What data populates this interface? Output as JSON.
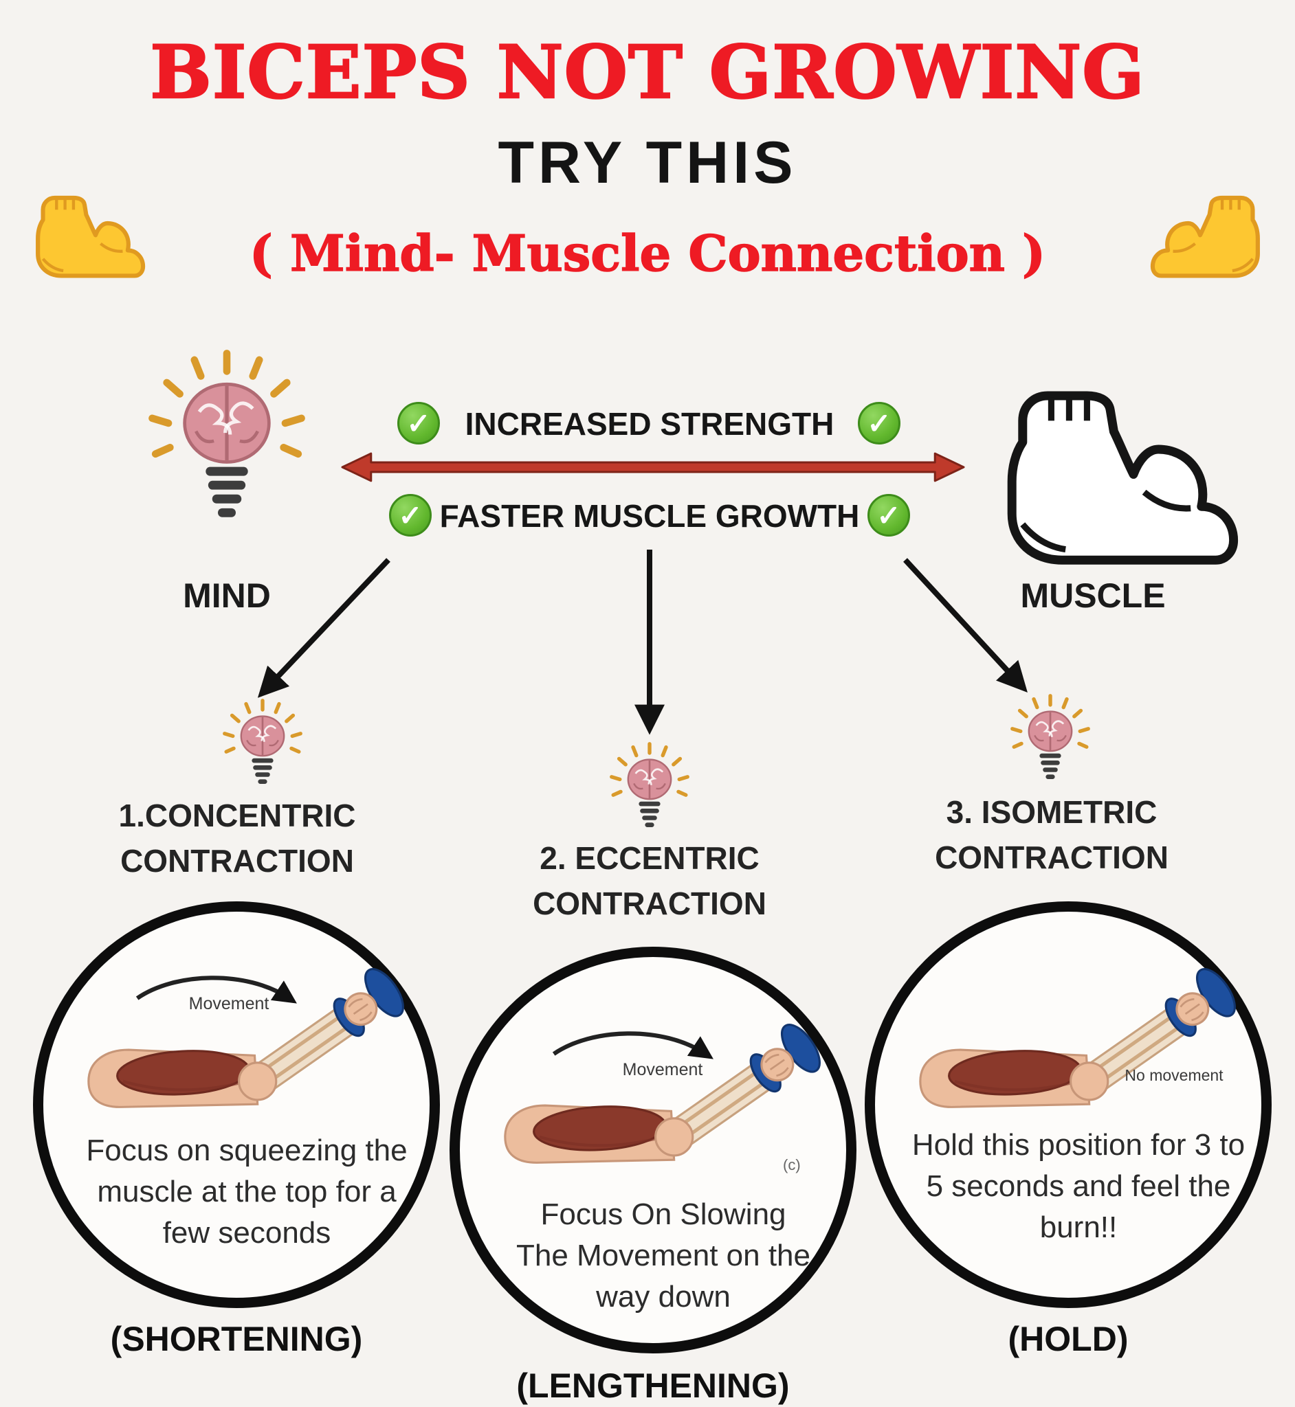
{
  "theme": {
    "bg": "#f5f3f0",
    "title_red": "#ee1b24",
    "text_dark": "#1d1d1d",
    "check_green": "#62b82e",
    "check_green_dark": "#3d8c1a",
    "arrow_red": "#bf3a2b",
    "arrow_red_dark": "#7d2318",
    "circle_border": "#0d0d0d",
    "dumbbell_blue": "#1d4f9e",
    "muscle_red": "#8a392b",
    "skin": "#ecbd9d",
    "bone": "#efdfca",
    "ray_gold": "#d99a2b",
    "brain_pink": "#d9919b"
  },
  "header": {
    "title": "BICEPS NOT GROWING",
    "subtitle": "TRY THIS",
    "tagline": "( Mind- Muscle Connection )"
  },
  "connection": {
    "mind_label": "MIND",
    "muscle_label": "MUSCLE",
    "check_glyph": "✓",
    "benefits": [
      {
        "label": "INCREASED STRENGTH"
      },
      {
        "label": "FASTER MUSCLE GROWTH"
      }
    ]
  },
  "techniques": [
    {
      "number_label": "1.CONCENTRIC",
      "type_label": "CONTRACTION",
      "movement_label": "Movement",
      "description": "Focus on squeezing the muscle at the top for a few seconds",
      "footer": "(SHORTENING)"
    },
    {
      "number_label": "2. ECCENTRIC",
      "type_label": "CONTRACTION",
      "movement_label": "Movement",
      "note": "(c)",
      "description": "Focus On Slowing The Movement on the way down",
      "footer": "(LENGTHENING)"
    },
    {
      "number_label": "3. ISOMETRIC",
      "type_label": "CONTRACTION",
      "movement_label": "No movement",
      "description": "Hold this position for 3 to 5 seconds and feel the burn!!",
      "footer": "(HOLD)"
    }
  ]
}
